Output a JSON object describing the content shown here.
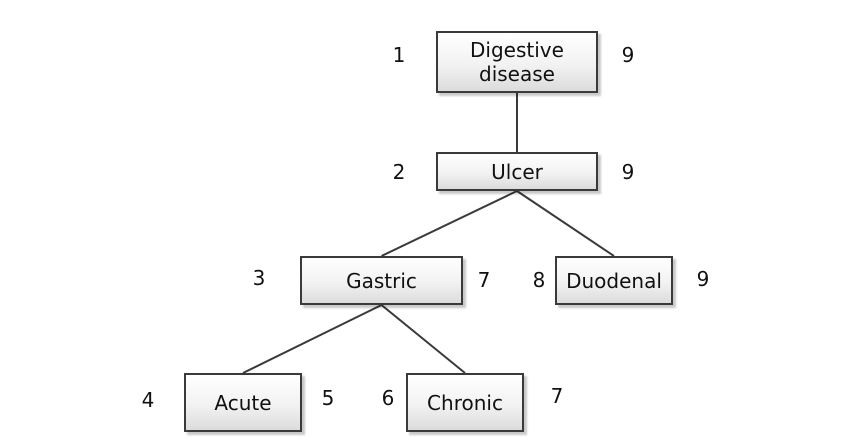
{
  "nodes": {
    "digestive": {
      "label": "Digestive\ndisease",
      "pre": "1",
      "post": "9"
    },
    "ulcer": {
      "label": "Ulcer",
      "pre": "2",
      "post": "9"
    },
    "gastric": {
      "label": "Gastric",
      "pre": "3",
      "post": "7"
    },
    "duodenal": {
      "label": "Duodenal",
      "pre": "8",
      "post": "9"
    },
    "acute": {
      "label": "Acute",
      "pre": "4",
      "post": "5"
    },
    "chronic": {
      "label": "Chronic",
      "pre": "6",
      "post": "7"
    }
  },
  "edges": [
    {
      "from": "digestive",
      "to": "ulcer"
    },
    {
      "from": "ulcer",
      "to": "gastric"
    },
    {
      "from": "ulcer",
      "to": "duodenal"
    },
    {
      "from": "gastric",
      "to": "acute"
    },
    {
      "from": "gastric",
      "to": "chronic"
    }
  ],
  "colors": {
    "stroke": "#3a3a3a",
    "text": "#111111"
  }
}
